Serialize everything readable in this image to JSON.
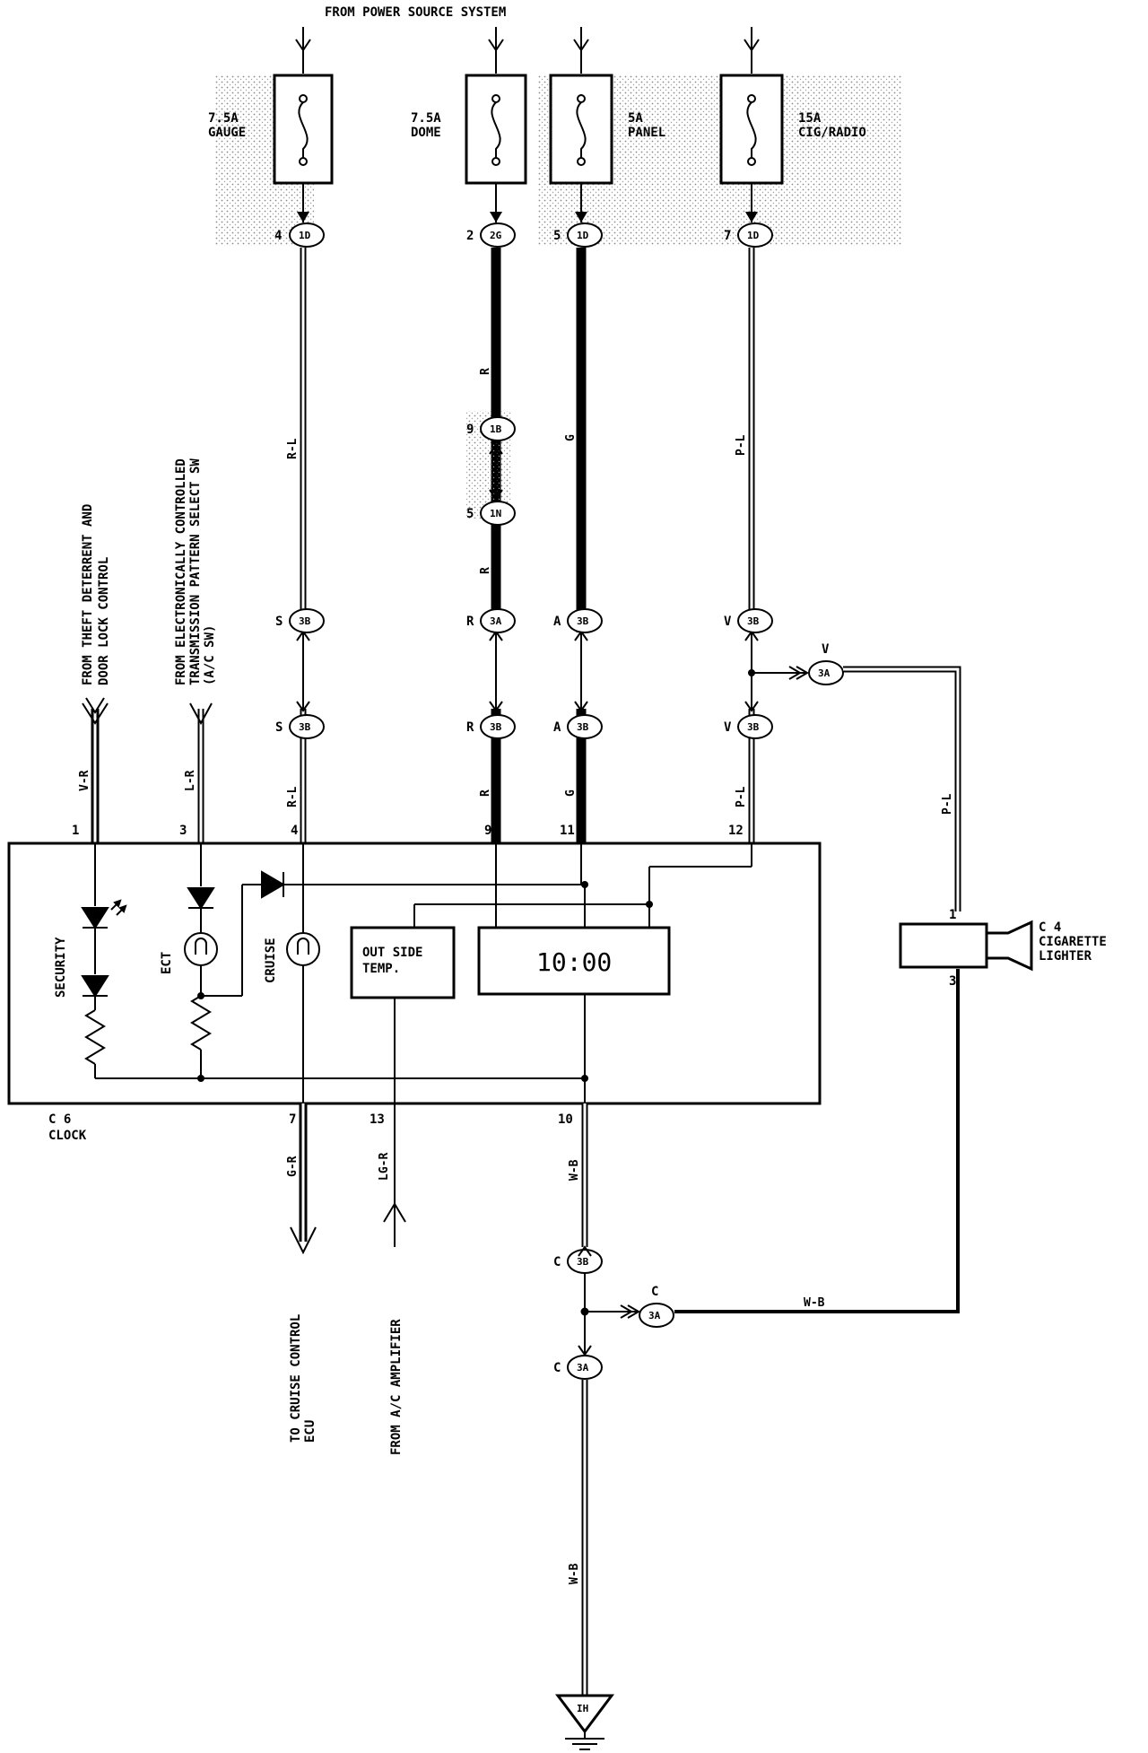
{
  "title": "FROM POWER SOURCE SYSTEM",
  "colors": {
    "ink": "#000000",
    "shade": "#bdbdbd",
    "paper": "#ffffff"
  },
  "fuses": [
    {
      "id": "gauge",
      "amp": "7.5A",
      "name": "GAUGE"
    },
    {
      "id": "dome",
      "amp": "7.5A",
      "name": "DOME"
    },
    {
      "id": "panel",
      "amp": "5A",
      "name": "PANEL"
    },
    {
      "id": "cig",
      "amp": "15A",
      "name": "CIG/RADIO"
    }
  ],
  "top_connectors": [
    {
      "pin": "4",
      "code": "1D"
    },
    {
      "pin": "2",
      "code": "2G"
    },
    {
      "pin": "5",
      "code": "1D"
    },
    {
      "pin": "7",
      "code": "1D"
    }
  ],
  "inline_connectors": {
    "dome_a": {
      "pin": "9",
      "code": "1B"
    },
    "dome_b": {
      "pin": "5",
      "code": "1N"
    },
    "row1": [
      {
        "pin": "S",
        "code": "3B"
      },
      {
        "pin": "R",
        "code": "3A"
      },
      {
        "pin": "A",
        "code": "3B"
      },
      {
        "pin": "V",
        "code": "3B"
      }
    ],
    "row2": [
      {
        "pin": "S",
        "code": "3B"
      },
      {
        "pin": "R",
        "code": "3B"
      },
      {
        "pin": "A",
        "code": "3B"
      },
      {
        "pin": "V",
        "code": "3B"
      }
    ],
    "branch_v": {
      "pin": "V",
      "code": "3A"
    },
    "ground_c1": {
      "pin": "C",
      "code": "3B"
    },
    "ground_branch": {
      "pin": "C",
      "code": "3A"
    },
    "ground_c2": {
      "pin": "C",
      "code": "3A"
    }
  },
  "wire_colors": {
    "gauge": "R-L",
    "dome": "R",
    "panel": "G",
    "cig": "P-L",
    "theft": "V-R",
    "ect": "L-R",
    "cruise_out": "G-R",
    "ac_in": "LG-R",
    "ground": "W-B",
    "lighter": "P-L",
    "ground_branch": "W-B"
  },
  "side_sources": {
    "theft_line1": "FROM THEFT DETERRENT AND",
    "theft_line2": "DOOR LOCK CONTROL",
    "ect_line1": "FROM ELECTRONICALLY CONTROLLED",
    "ect_line2": "TRANSMISSION PATTERN SELECT SW",
    "ect_line3": "(A/C SW)"
  },
  "clock_pins_top": [
    "1",
    "3",
    "4",
    "9",
    "11",
    "12"
  ],
  "clock_pins_bottom": [
    "7",
    "13",
    "10"
  ],
  "clock": {
    "code": "C 6",
    "name": "CLOCK",
    "display": "10:00",
    "outside_temp_line1": "OUT SIDE",
    "outside_temp_line2": "TEMP.",
    "security": "SECURITY",
    "ect": "ECT",
    "cruise": "CRUISE"
  },
  "lighter": {
    "code": "C 4",
    "line1": "CIGARETTE",
    "line2": "LIGHTER",
    "pin_top": "1",
    "pin_bottom": "3"
  },
  "destinations": {
    "cruise_line1": "TO CRUISE CONTROL",
    "cruise_line2": "ECU",
    "ac": "FROM A/C AMPLIFIER"
  },
  "ground": {
    "code": "IH"
  }
}
